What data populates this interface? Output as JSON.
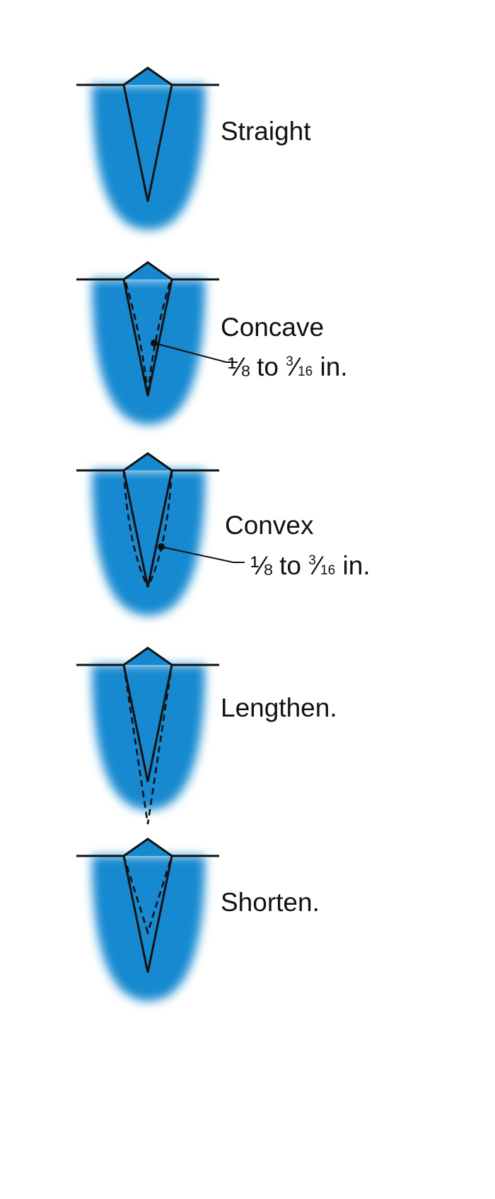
{
  "colors": {
    "blade": "#1589d0",
    "line": "#111111",
    "background": "#ffffff"
  },
  "panels": [
    {
      "id": "straight",
      "label": "Straight"
    },
    {
      "id": "concave",
      "label": "Concave",
      "measure": {
        "from": "⅛",
        "to_word": "to",
        "to_num": "3",
        "to_den": "16",
        "unit": "in."
      }
    },
    {
      "id": "convex",
      "label": "Convex",
      "measure": {
        "from": "⅛",
        "to_word": "to",
        "to_num": "3",
        "to_den": "16",
        "unit": "in."
      }
    },
    {
      "id": "lengthen",
      "label": "Lengthen."
    },
    {
      "id": "shorten",
      "label": "Shorten."
    }
  ]
}
